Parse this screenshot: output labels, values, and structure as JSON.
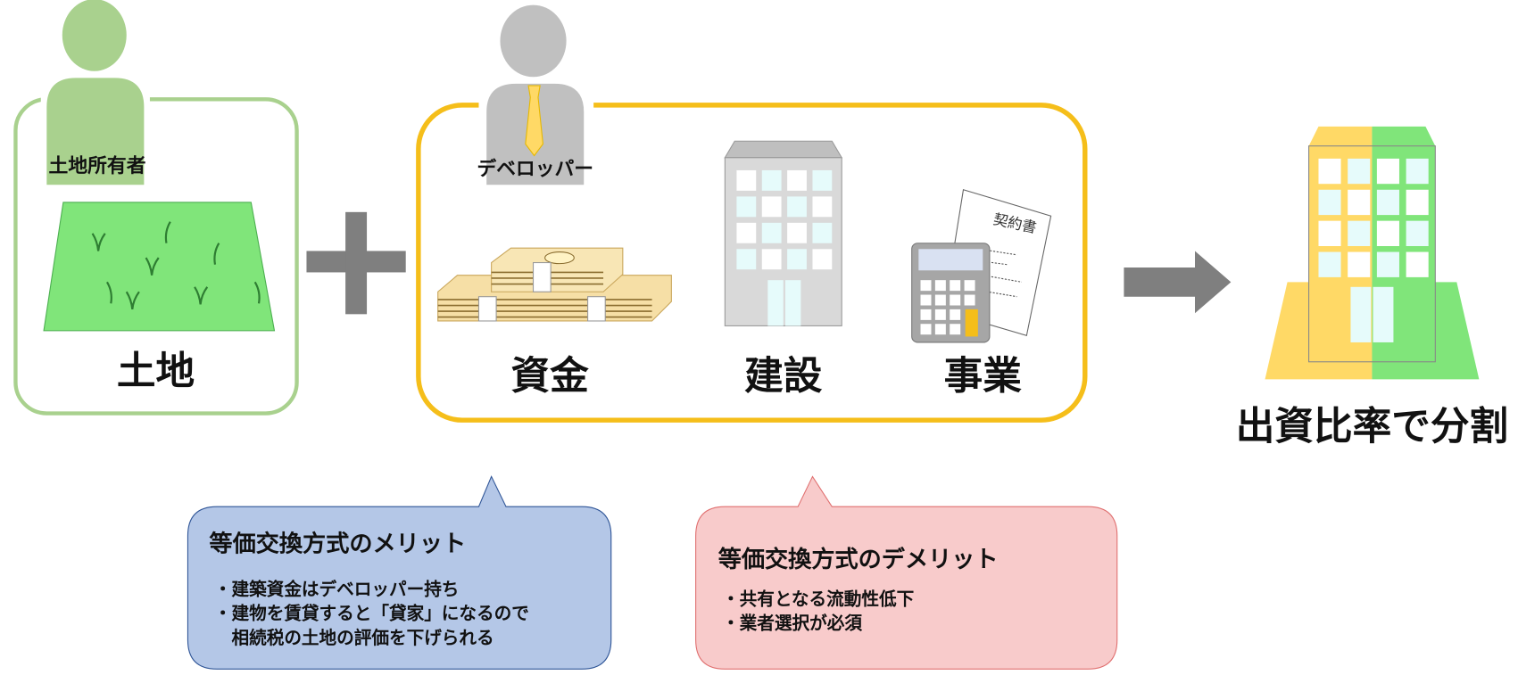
{
  "land_owner": {
    "role_label": "土地所有者",
    "asset_label": "土地"
  },
  "developer": {
    "role_label": "デベロッパー",
    "assets": [
      "資金",
      "建設",
      "事業"
    ],
    "contract_label": "契約書"
  },
  "result": {
    "label": "出資比率で分割"
  },
  "merit": {
    "title": "等価交換方式のメリット",
    "items": [
      "・建築資金はデベロッパー持ち",
      "・建物を賃貸すると「貸家」になるので",
      "　相続税の土地の評価を下げられる"
    ]
  },
  "demerit": {
    "title": "等価交換方式のデメリット",
    "items": [
      "・共有となる流動性低下",
      "・業者選択が必須"
    ]
  },
  "colors": {
    "owner_green": "#a9d18e",
    "land_green": "#80e57a",
    "developer_yellow": "#f5be1a",
    "gray": "#7f7f7f",
    "merit_fill": "#b4c7e7",
    "demerit_fill": "#f8cbcb"
  }
}
